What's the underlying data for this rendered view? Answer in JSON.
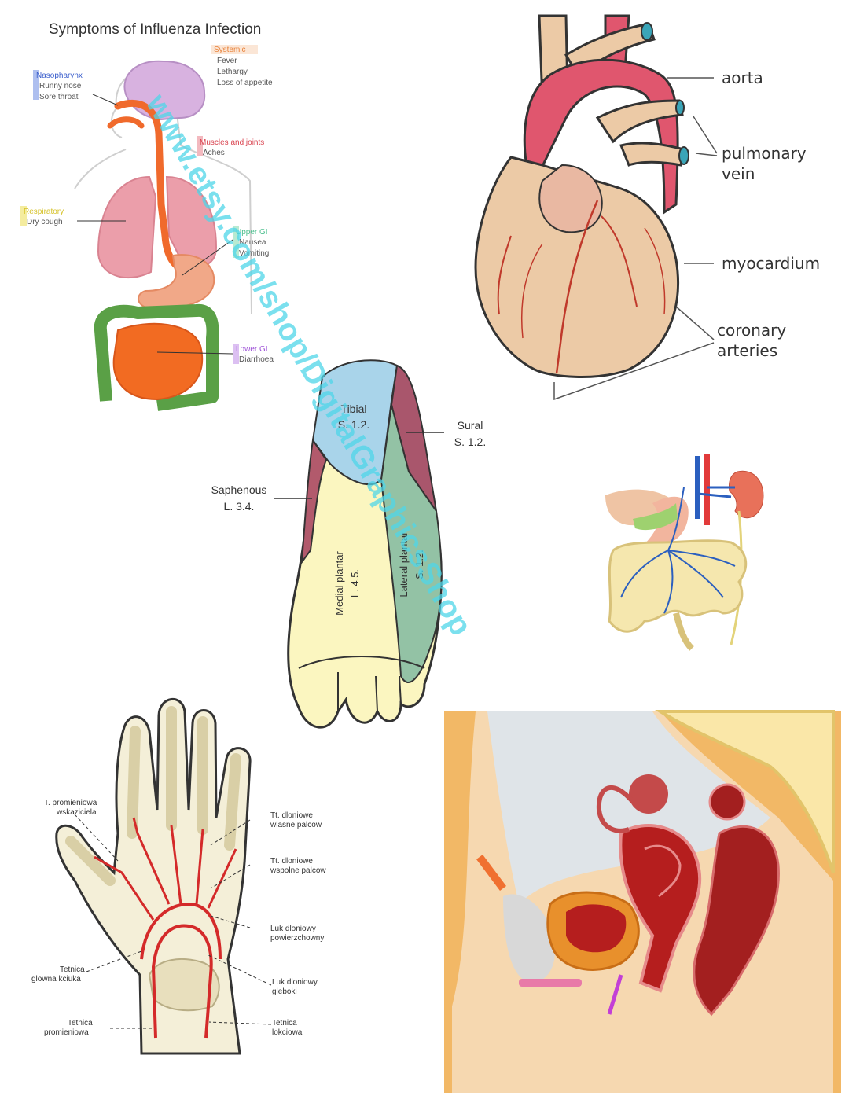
{
  "influenza": {
    "title": "Symptoms of Influenza Infection",
    "systemic": {
      "head": "Systemic",
      "l1": "Fever",
      "l2": "Lethargy",
      "l3": "Loss of appetite"
    },
    "nasopharynx": {
      "head": "Nasopharynx",
      "l1": "Runny nose",
      "l2": "Sore throat"
    },
    "muscles": {
      "head": "Muscles and joints",
      "l1": "Aches"
    },
    "respiratory": {
      "head": "Respiratory",
      "l1": "Dry cough"
    },
    "upper_gi": {
      "head": "Upper GI",
      "l1": "Nausea",
      "l2": "Vomiting"
    },
    "lower_gi": {
      "head": "Lower GI",
      "l1": "Diarrhoea"
    },
    "colors": {
      "systemic": "#e8823a",
      "nasopharynx": "#3a5ecc",
      "muscles": "#d9434f",
      "respiratory": "#d6c22a",
      "upper_gi": "#4cbf8e",
      "lower_gi": "#9b4dd6"
    }
  },
  "heart": {
    "aorta": "aorta",
    "pulmonary1": "pulmonary",
    "pulmonary2": "vein",
    "myocardium": "myocardium",
    "coronary1": "coronary",
    "coronary2": "arteries"
  },
  "foot": {
    "tibial1": "Tibial",
    "tibial2": "S. 1.2.",
    "sural1": "Sural",
    "sural2": "S. 1.2.",
    "saphenous1": "Saphenous",
    "saphenous2": "L. 3.4.",
    "medial1": "Medial plantar",
    "medial2": "L. 4.5.",
    "lateral1": "Lateral plantar",
    "lateral2": "S. 1.2."
  },
  "hand": {
    "l1a": "T. promieniowa",
    "l1b": "wskaziciela",
    "l2a": "Tt. dloniowe",
    "l2b": "wlasne palcow",
    "l3a": "Tt. dloniowe",
    "l3b": "wspolne palcow",
    "l4a": "Luk dloniowy",
    "l4b": "powierzchowny",
    "l5a": "Tetnica",
    "l5b": "glowna kciuka",
    "l6a": "Luk dloniowy",
    "l6b": "gleboki",
    "l7a": "Tetnica",
    "l7b": "promieniowa",
    "l8a": "Tetnica",
    "l8b": "lokciowa"
  },
  "watermark": "www.etsy.com/shop/DigitalGraphicsShop",
  "colors": {
    "heart_red": "#e0566e",
    "skin": "#eccaa6",
    "tibial": "#a9d4ea",
    "medial": "#fbf6c0",
    "lateral": "#93c2a5",
    "sural": "#a9566c",
    "artery": "#d42a2a",
    "watermark": "#4fd6e8"
  }
}
